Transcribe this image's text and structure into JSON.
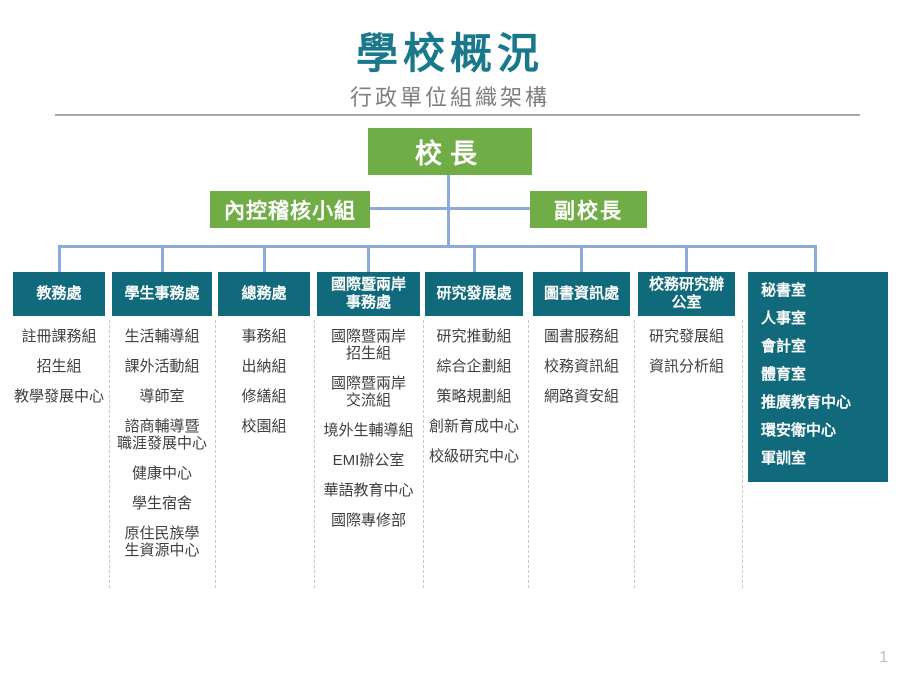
{
  "header": {
    "title": "學校概況",
    "subtitle": "行政單位組織架構"
  },
  "top": {
    "principal": "校長",
    "audit": "內控稽核小組",
    "vice_principal": "副校長"
  },
  "departments": [
    {
      "name": "教務處",
      "units": [
        "註冊課務組",
        "招生組",
        "教學發展中心"
      ]
    },
    {
      "name": "學生事務處",
      "units": [
        "生活輔導組",
        "課外活動組",
        "導師室",
        "諮商輔導暨\n職涯發展中心",
        "健康中心",
        "學生宿舍",
        "原住民族學\n生資源中心"
      ]
    },
    {
      "name": "總務處",
      "units": [
        "事務組",
        "出納組",
        "修繕組",
        "校園組"
      ]
    },
    {
      "name": "國際暨兩岸\n事務處",
      "units": [
        "國際暨兩岸\n招生組",
        "國際暨兩岸\n交流組",
        "境外生輔導組",
        "EMI辦公室",
        "華語教育中心",
        "國際專修部"
      ]
    },
    {
      "name": "研究發展處",
      "units": [
        "研究推動組",
        "綜合企劃組",
        "策略規劃組",
        "創新育成中心",
        "校級研究中心"
      ]
    },
    {
      "name": "圖書資訊處",
      "units": [
        "圖書服務組",
        "校務資訊組",
        "網路資安組"
      ]
    },
    {
      "name": "校務研究辦\n公室",
      "units": [
        "研究發展組",
        "資訊分析組"
      ]
    }
  ],
  "staff_offices": [
    "秘書室",
    "人事室",
    "會計室",
    "體育室",
    "推廣教育中心",
    "環安衛中心",
    "軍訓室"
  ],
  "page_number": "1",
  "colors": {
    "title_teal": "#19788A",
    "box_green": "#70AD47",
    "box_teal": "#116A7C",
    "connector_blue": "#8EAADB",
    "unit_text": "#404040"
  }
}
